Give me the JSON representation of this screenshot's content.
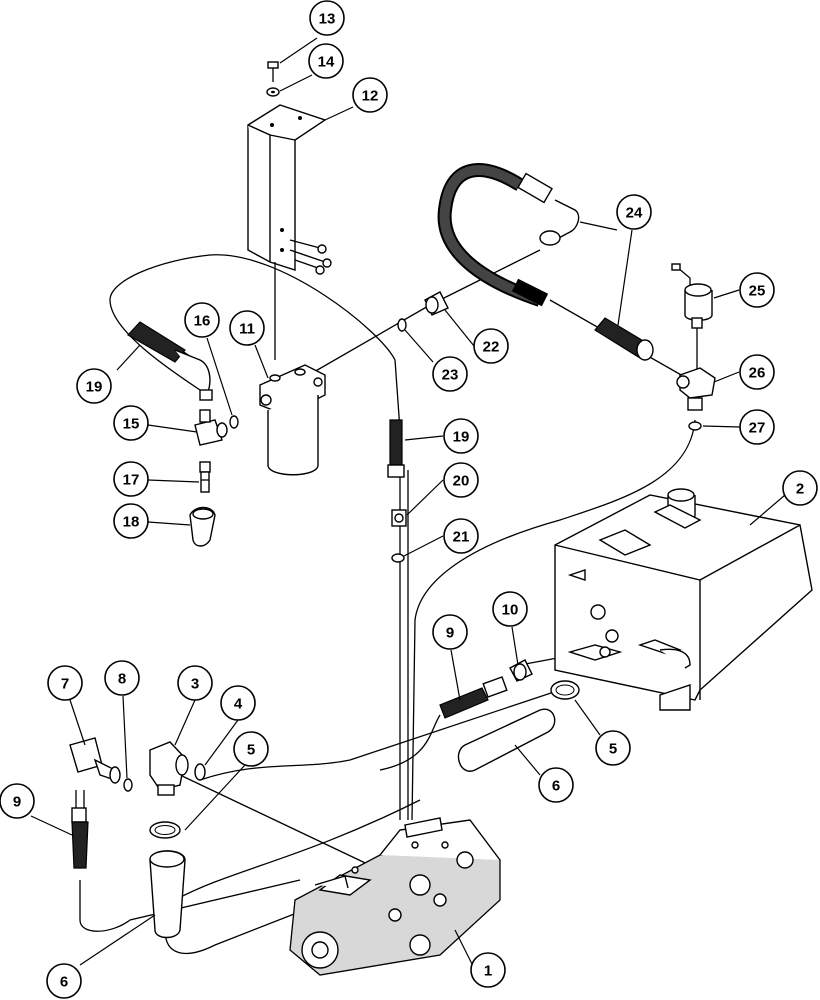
{
  "callouts": [
    {
      "label": "1"
    },
    {
      "label": "2"
    },
    {
      "label": "3"
    },
    {
      "label": "4"
    },
    {
      "label": "5"
    },
    {
      "label": "5"
    },
    {
      "label": "6"
    },
    {
      "label": "6"
    },
    {
      "label": "7"
    },
    {
      "label": "8"
    },
    {
      "label": "9"
    },
    {
      "label": "9"
    },
    {
      "label": "10"
    },
    {
      "label": "11"
    },
    {
      "label": "12"
    },
    {
      "label": "13"
    },
    {
      "label": "14"
    },
    {
      "label": "15"
    },
    {
      "label": "16"
    },
    {
      "label": "17"
    },
    {
      "label": "18"
    },
    {
      "label": "19"
    },
    {
      "label": "19"
    },
    {
      "label": "20"
    },
    {
      "label": "21"
    },
    {
      "label": "22"
    },
    {
      "label": "23"
    },
    {
      "label": "24"
    },
    {
      "label": "25"
    },
    {
      "label": "26"
    },
    {
      "label": "27"
    }
  ]
}
